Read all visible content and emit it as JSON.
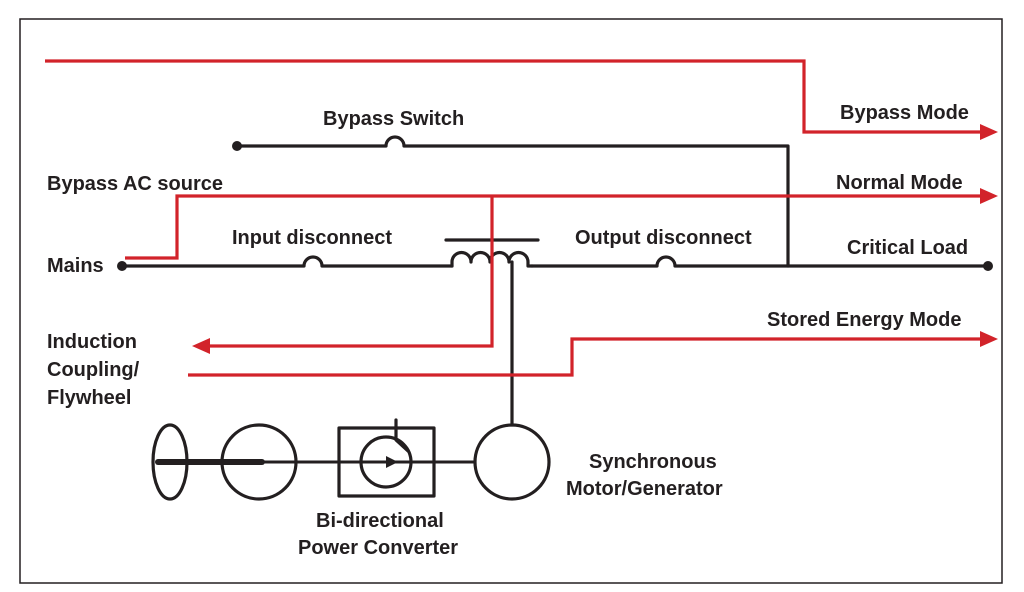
{
  "labels": {
    "bypass_switch": "Bypass Switch",
    "bypass_mode": "Bypass Mode",
    "bypass_ac_source": "Bypass AC source",
    "normal_mode": "Normal Mode",
    "input_disconnect": "Input disconnect",
    "output_disconnect": "Output disconnect",
    "mains": "Mains",
    "critical_load": "Critical Load",
    "stored_energy_mode": "Stored Energy Mode",
    "induction_line1": "Induction",
    "induction_line2": "Coupling/",
    "induction_line3": "Flywheel",
    "synchronous_line1": "Synchronous",
    "synchronous_line2": "Motor/Generator",
    "converter_line1": "Bi-directional",
    "converter_line2": "Power Converter"
  },
  "colors": {
    "wire": "#231f20",
    "power_flow": "#d2232a"
  }
}
